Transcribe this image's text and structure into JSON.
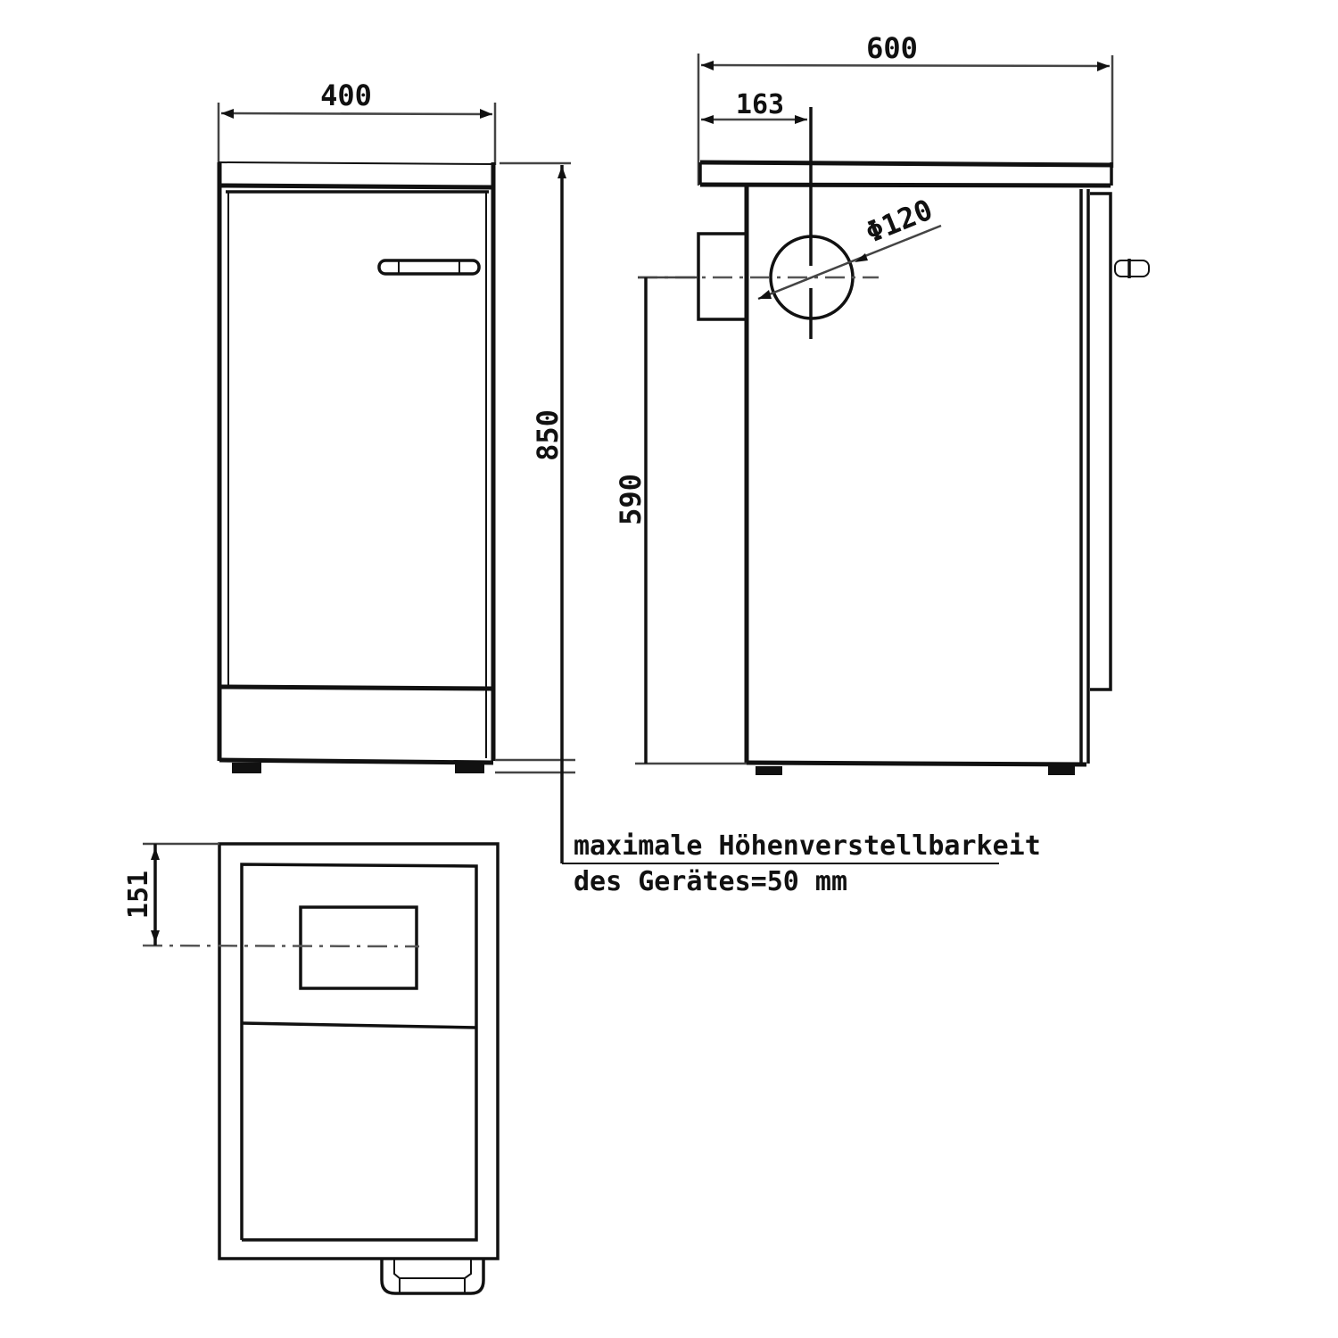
{
  "drawing": {
    "front_view": {
      "width_dim": "400",
      "height_dim": "850"
    },
    "side_view": {
      "depth_dim": "600",
      "flue_offset_dim": "163",
      "flue_diameter_dim": "Φ120",
      "flue_height_dim": "590"
    },
    "top_view": {
      "flue_offset_dim": "151"
    },
    "note": {
      "line1": "maximale Höhenverstellbarkeit",
      "line2": "des Gerätes=50 mm"
    },
    "colors": {
      "line": "#111111",
      "background": "#ffffff"
    }
  }
}
